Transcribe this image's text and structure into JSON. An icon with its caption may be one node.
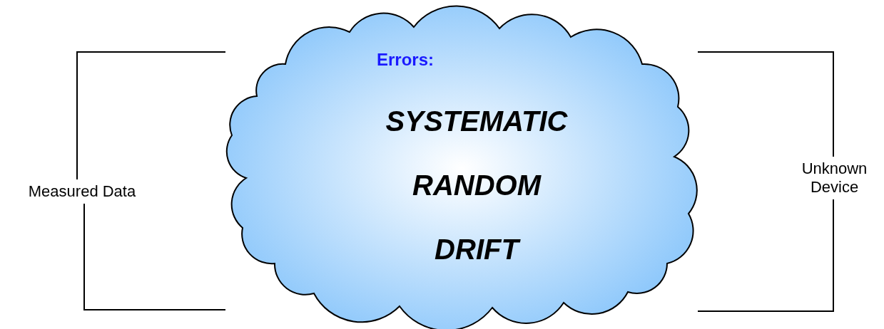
{
  "diagram": {
    "nodes": [
      {
        "text": [
          "Measured Data"
        ]
      },
      {
        "text": [
          "Errors:",
          "SYSTEMATIC",
          "RANDOM",
          "DRIFT"
        ]
      },
      {
        "text": [
          "Unknown Device"
        ]
      }
    ],
    "edges": [
      {
        "from": 0,
        "to": 1,
        "arrow": "none"
      },
      {
        "from": 0,
        "to": 1,
        "arrow": "none"
      },
      {
        "from": 2,
        "to": 1,
        "arrow": "none"
      },
      {
        "from": 2,
        "to": 1,
        "arrow": "none"
      }
    ]
  }
}
